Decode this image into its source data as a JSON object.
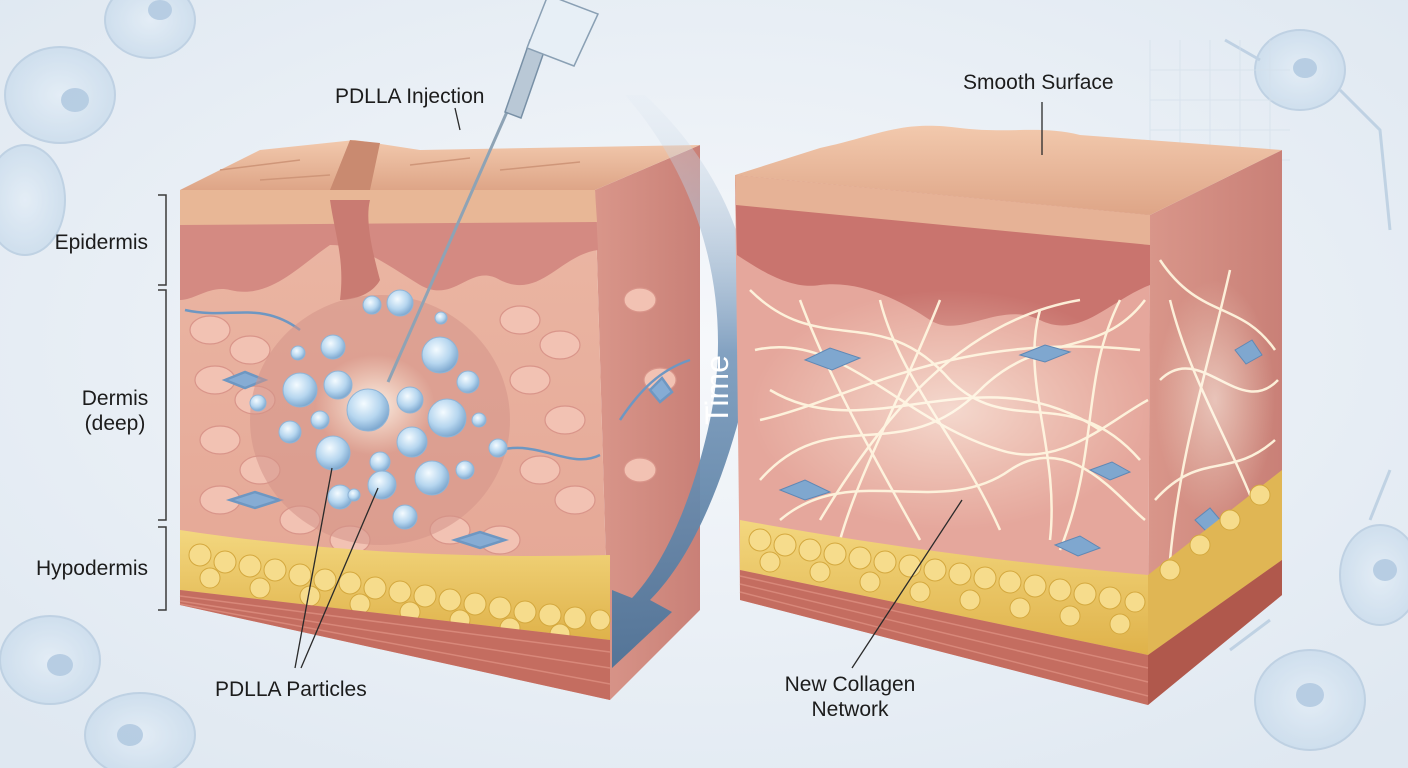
{
  "labels": {
    "injection": "PDLLA Injection",
    "epidermis": "Epidermis",
    "dermis_line1": "Dermis",
    "dermis_line2": "(deep)",
    "hypodermis": "Hypodermis",
    "particles": "PDLLA Particles",
    "time": "Time",
    "smooth_surface": "Smooth Surface",
    "collagen_line1": "New Collagen",
    "collagen_line2": "Network"
  },
  "colors": {
    "background": "#eaf0f5",
    "epidermis": "#e3ac8e",
    "dermis": "#e6a99a",
    "hypodermis_fat": "#ecc75e",
    "muscle": "#c96f62",
    "particle": "#9ec6e6",
    "arrow": "#5f83a6",
    "collagen": "#fff4dc",
    "fibroblast": "#7fa7cf"
  }
}
